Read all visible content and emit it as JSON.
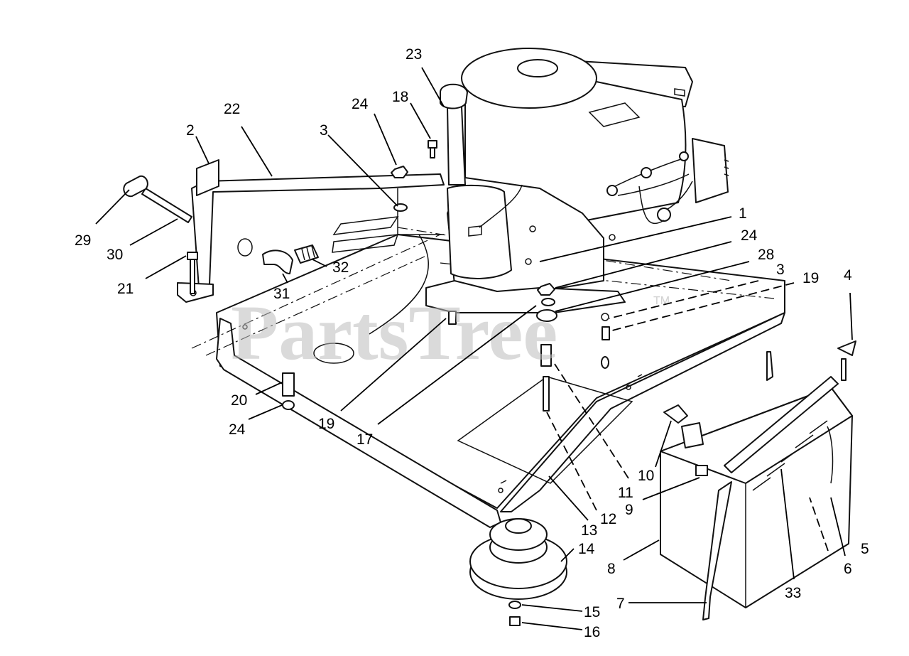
{
  "watermark": {
    "text": "PartsTree",
    "trademark": "TM"
  },
  "callouts": [
    {
      "id": "c29",
      "label": "29"
    },
    {
      "id": "c30",
      "label": "30"
    },
    {
      "id": "c2",
      "label": "2"
    },
    {
      "id": "c22",
      "label": "22"
    },
    {
      "id": "c21",
      "label": "21"
    },
    {
      "id": "c3a",
      "label": "3"
    },
    {
      "id": "c24a",
      "label": "24"
    },
    {
      "id": "c18",
      "label": "18"
    },
    {
      "id": "c23",
      "label": "23"
    },
    {
      "id": "c32",
      "label": "32"
    },
    {
      "id": "c31",
      "label": "31"
    },
    {
      "id": "c1",
      "label": "1"
    },
    {
      "id": "c24b",
      "label": "24"
    },
    {
      "id": "c28",
      "label": "28"
    },
    {
      "id": "c3b",
      "label": "3"
    },
    {
      "id": "c19a",
      "label": "19"
    },
    {
      "id": "c4",
      "label": "4"
    },
    {
      "id": "c20",
      "label": "20"
    },
    {
      "id": "c24c",
      "label": "24"
    },
    {
      "id": "c19b",
      "label": "19"
    },
    {
      "id": "c17",
      "label": "17"
    },
    {
      "id": "c10",
      "label": "10"
    },
    {
      "id": "c11",
      "label": "11"
    },
    {
      "id": "c9",
      "label": "9"
    },
    {
      "id": "c12",
      "label": "12"
    },
    {
      "id": "c13",
      "label": "13"
    },
    {
      "id": "c14",
      "label": "14"
    },
    {
      "id": "c8",
      "label": "8"
    },
    {
      "id": "c33",
      "label": "33"
    },
    {
      "id": "c6",
      "label": "6"
    },
    {
      "id": "c5",
      "label": "5"
    },
    {
      "id": "c7",
      "label": "7"
    },
    {
      "id": "c15",
      "label": "15"
    },
    {
      "id": "c16",
      "label": "16"
    }
  ]
}
